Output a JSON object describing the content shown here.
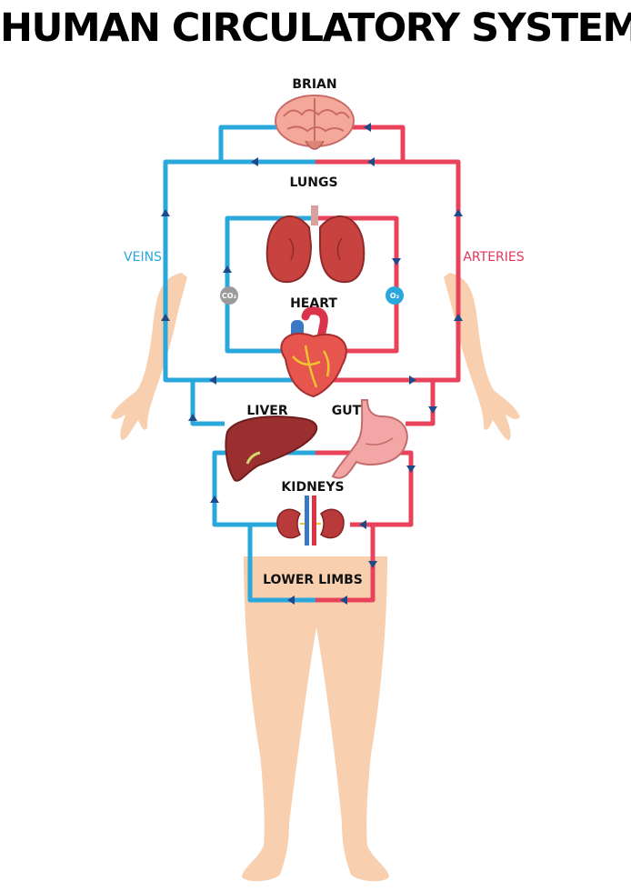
{
  "title": "HUMAN CIRCULATORY SYSTEM",
  "labels": {
    "brain": "BRIAN",
    "lungs": "LUNGS",
    "heart": "HEART",
    "liver": "LIVER",
    "gut": "GUT",
    "kidneys": "KIDNEYS",
    "lower_limbs": "LOWER LIMBS",
    "veins": "VEINS",
    "arteries": "ARTERIES"
  },
  "gases": {
    "co2": "CO₂",
    "o2": "O₂"
  },
  "colors": {
    "veins": "#2aa8dc",
    "arteries": "#e8435a",
    "skin": "#f8d0b0",
    "veins_text": "#2aa8dc",
    "arteries_text": "#e2365a"
  }
}
